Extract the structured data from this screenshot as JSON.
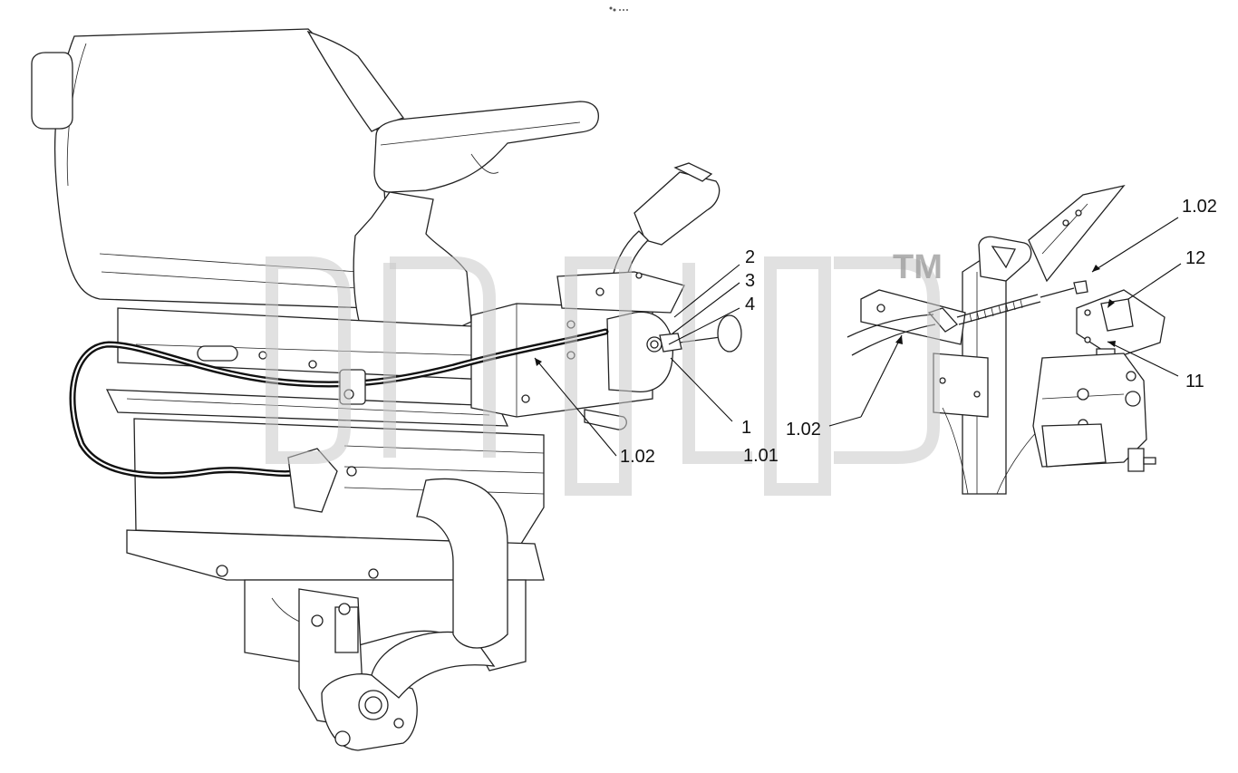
{
  "watermark": {
    "trademark": "TM"
  },
  "callouts": {
    "c1": "1",
    "c2": "2",
    "c3": "3",
    "c4": "4",
    "c101": "1.01",
    "c102a": "1.02",
    "c102b": "1.02",
    "c102c": "1.02",
    "c11": "11",
    "c12": "12"
  },
  "icons": [
    "seat-assembly",
    "control-cable",
    "bracket-assembly",
    "valve-unit"
  ]
}
